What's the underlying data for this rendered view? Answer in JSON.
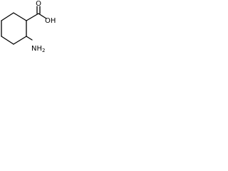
{
  "molecule": {
    "labels": {
      "hydroxyl": "OH",
      "carbonyl_oxygen": "O",
      "amine": "NH",
      "amine_subscript": "2"
    },
    "colors": {
      "bond": "#000000",
      "text": "#000000",
      "background": "#ffffff"
    }
  }
}
